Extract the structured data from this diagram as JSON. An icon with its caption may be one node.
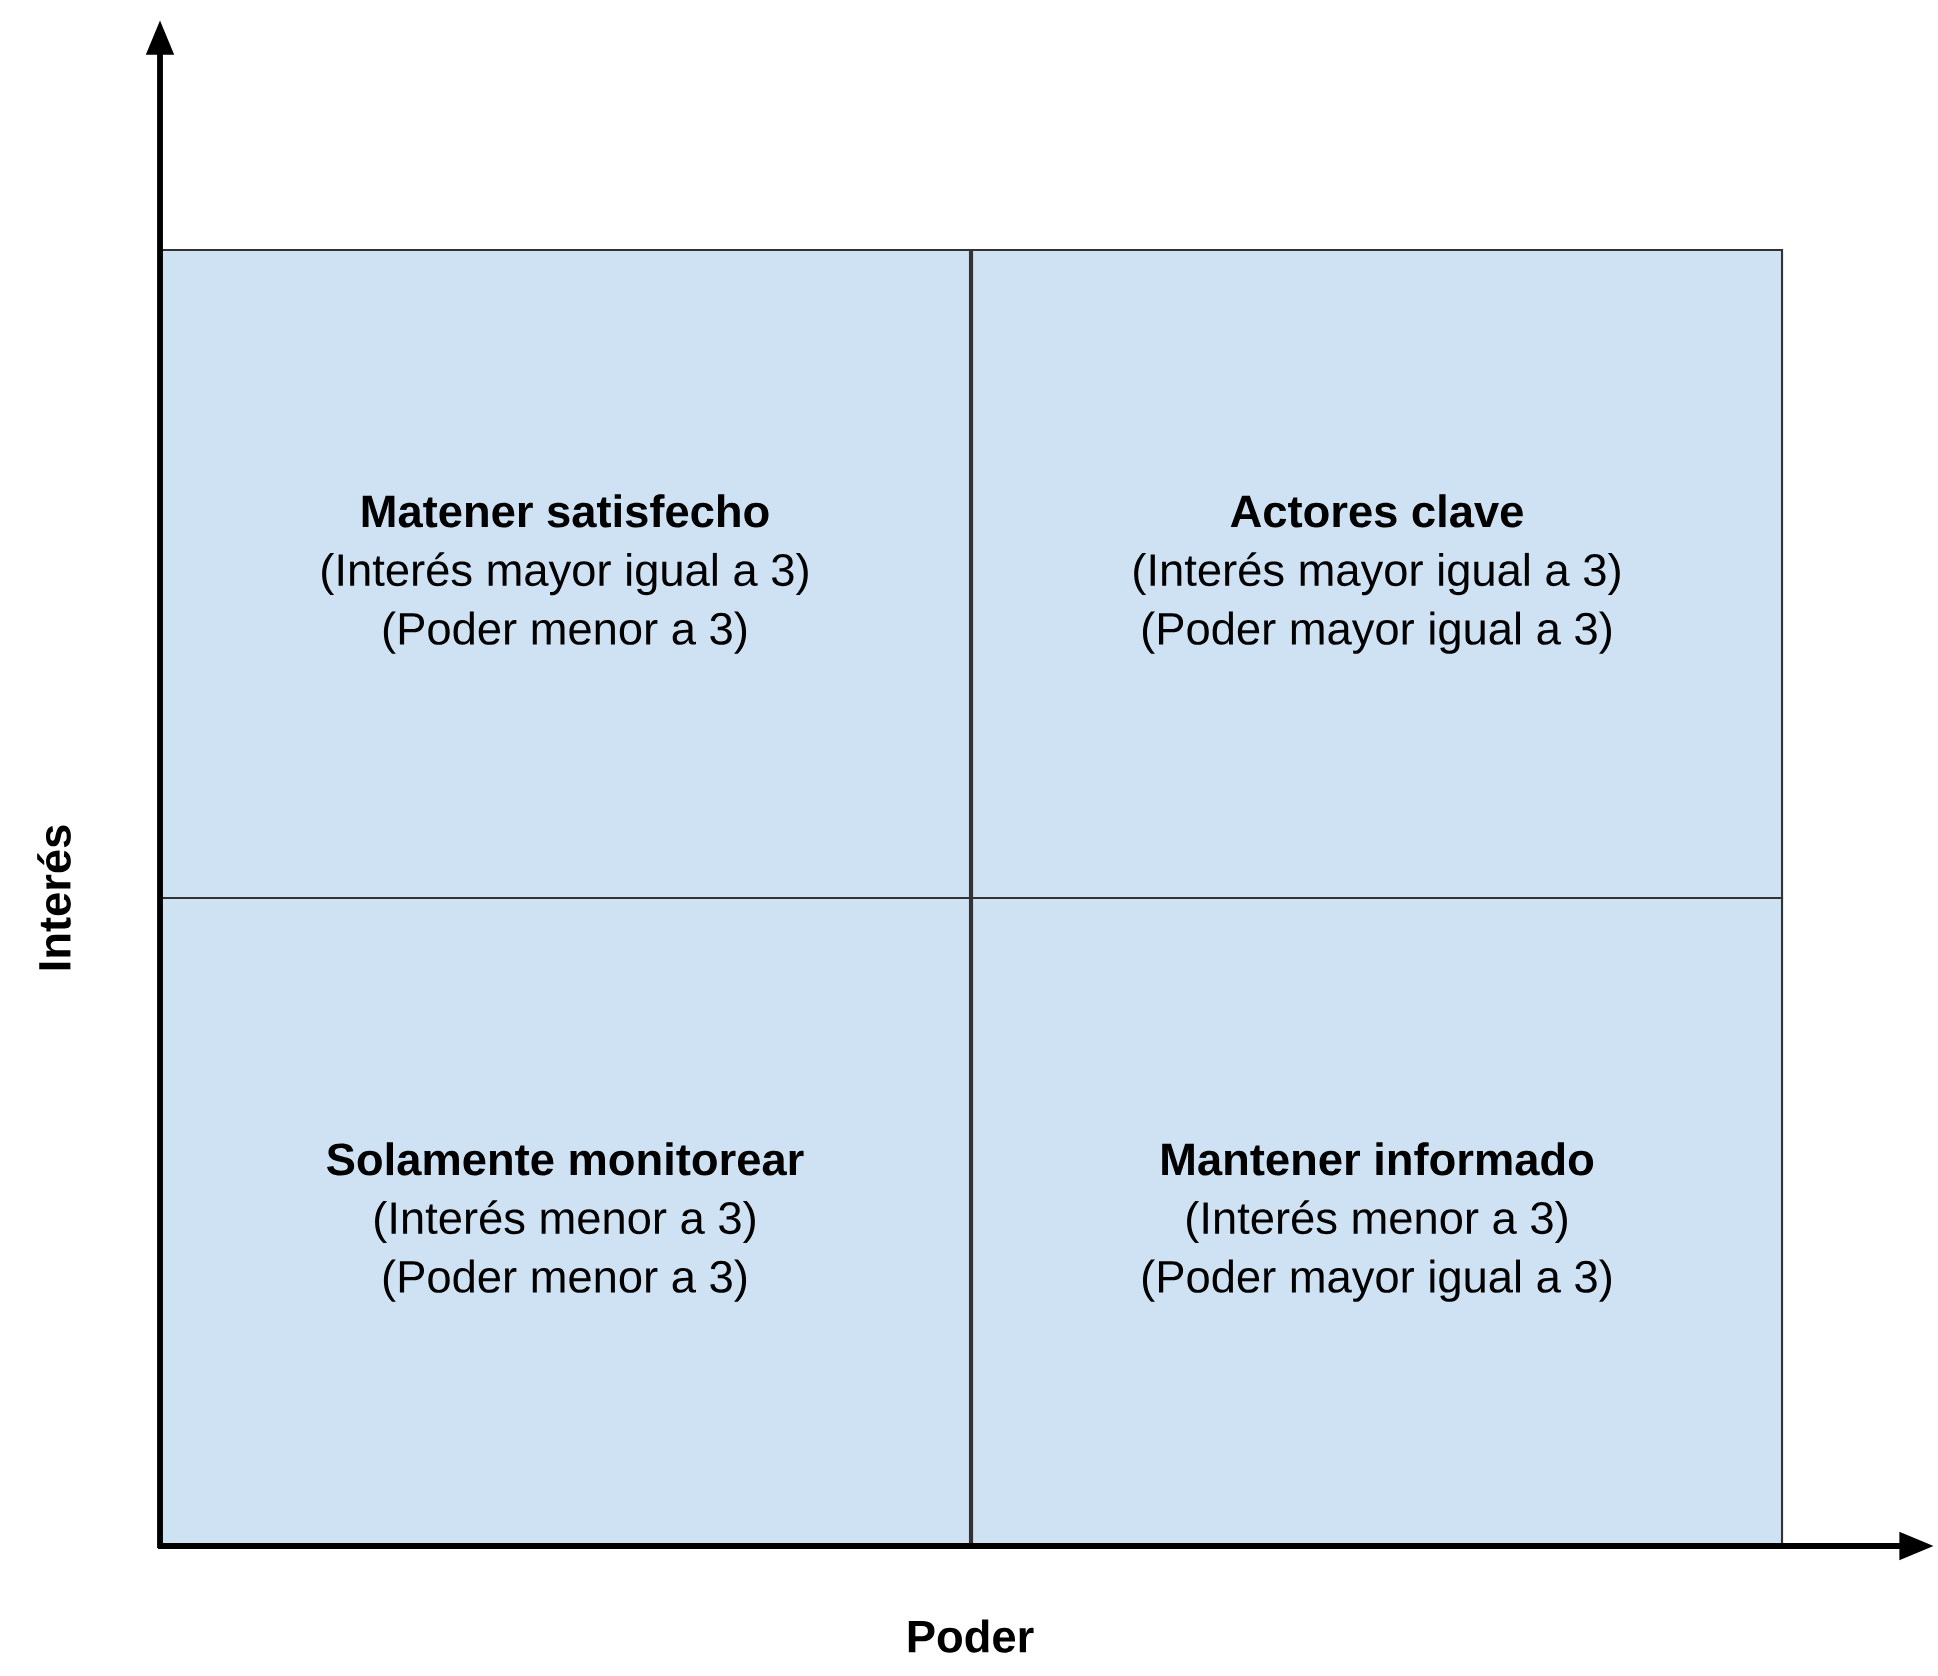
{
  "diagram": {
    "nodes": [
      {
        "text": [
          "Matener satisfecho",
          "(Interés mayor igual a 3)",
          "(Poder menor a 3)"
        ]
      },
      {
        "text": [
          "Actores clave",
          "(Interés mayor igual a 3)",
          "(Poder mayor igual a 3)"
        ]
      },
      {
        "text": [
          "Solamente monitorear",
          "(Interés menor a 3)",
          "(Poder menor a 3)"
        ]
      },
      {
        "text": [
          "Mantener informado",
          "(Interés menor a 3)",
          "(Poder mayor igual a 3)"
        ]
      }
    ],
    "labels": [
      "Interés",
      "Poder"
    ]
  }
}
